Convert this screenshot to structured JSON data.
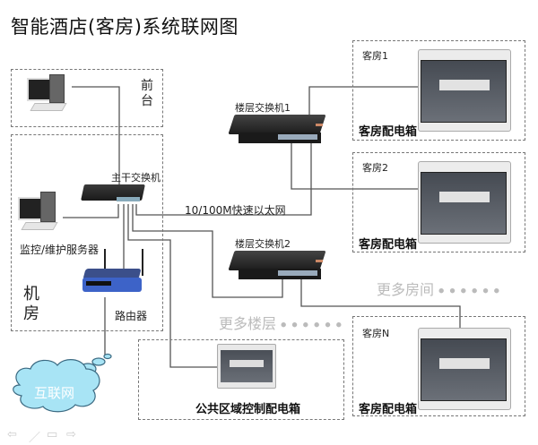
{
  "title": "智能酒店(客房)系统联网图",
  "zones": {
    "front_desk": {
      "label": "前台"
    },
    "machine_room": {
      "label": "机房"
    },
    "public_area": {
      "label": "公共区域控制配电箱"
    },
    "rooms": [
      {
        "name": "客房1",
        "box_label": "客房配电箱"
      },
      {
        "name": "客房2",
        "box_label": "客房配电箱"
      },
      {
        "name": "客房N",
        "box_label": "客房配电箱"
      }
    ]
  },
  "devices": {
    "core_switch": "主干交换机",
    "floor_switch_1": "楼层交换机1",
    "floor_switch_2": "楼层交换机2",
    "server": "监控/维护服务器",
    "router": "路由器",
    "internet": "互联网"
  },
  "annotations": {
    "network": "10/100M快速以太网",
    "more_floors": "更多楼层",
    "more_rooms": "更多房间",
    "dots": "● ● ● ● ● ●"
  },
  "nav": {
    "prev": "⇦",
    "pen": "／",
    "menu": "▭",
    "next": "⇨"
  }
}
